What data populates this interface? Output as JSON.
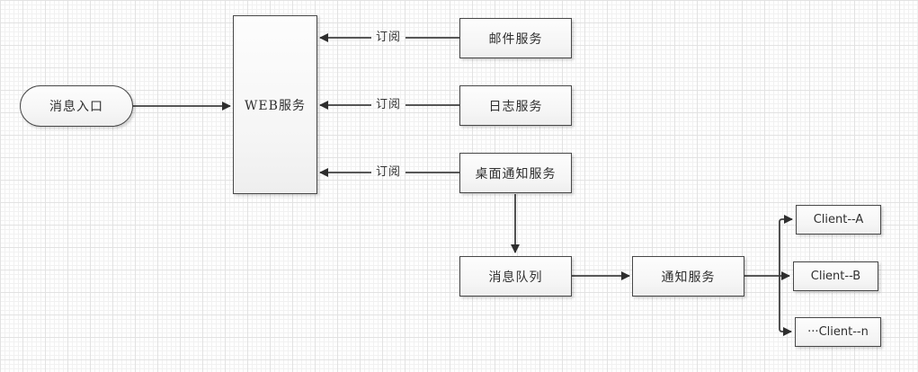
{
  "diagram": {
    "nodes": {
      "message_entry": {
        "label": "消息入口",
        "shape": "stadium"
      },
      "web_service": {
        "label": "WEB服务",
        "shape": "rect"
      },
      "mail_service": {
        "label": "邮件服务",
        "shape": "rect"
      },
      "log_service": {
        "label": "日志服务",
        "shape": "rect"
      },
      "desktop_notification_service": {
        "label": "桌面通知服务",
        "shape": "rect"
      },
      "message_queue": {
        "label": "消息队列",
        "shape": "rect"
      },
      "notification_service": {
        "label": "通知服务",
        "shape": "rect"
      },
      "client_a": {
        "label": "Client--A",
        "shape": "rect"
      },
      "client_b": {
        "label": "Client--B",
        "shape": "rect"
      },
      "client_n": {
        "label": "···Client--n",
        "shape": "rect"
      }
    },
    "edge_labels": {
      "subscribe": "订阅"
    },
    "edges": [
      {
        "from": "message_entry",
        "to": "web_service",
        "label": ""
      },
      {
        "from": "mail_service",
        "to": "web_service",
        "label": "订阅"
      },
      {
        "from": "log_service",
        "to": "web_service",
        "label": "订阅"
      },
      {
        "from": "desktop_notification_service",
        "to": "web_service",
        "label": "订阅"
      },
      {
        "from": "desktop_notification_service",
        "to": "message_queue",
        "label": ""
      },
      {
        "from": "message_queue",
        "to": "notification_service",
        "label": ""
      },
      {
        "from": "notification_service",
        "to": "client_a",
        "label": ""
      },
      {
        "from": "notification_service",
        "to": "client_b",
        "label": ""
      },
      {
        "from": "notification_service",
        "to": "client_n",
        "label": ""
      }
    ],
    "colors": {
      "line": "#3f3f3f",
      "arrowhead": "#2e2e2e",
      "node_border": "#474747",
      "grid_major": "#e2e2e2",
      "grid_minor": "#f1f1f1",
      "canvas_bg": "#ffffff"
    }
  }
}
